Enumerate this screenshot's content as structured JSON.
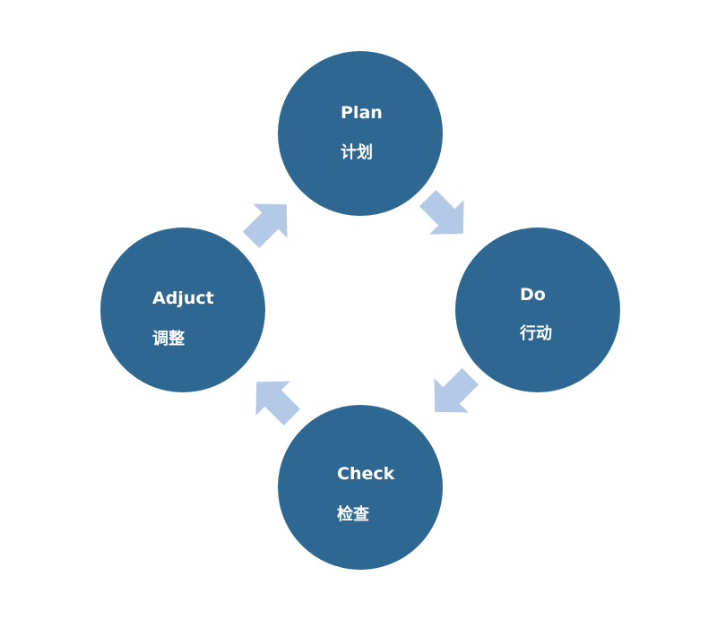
{
  "diagram": {
    "type": "cycle",
    "colors": {
      "node_fill": "#2e6892",
      "node_text": "#ffffff",
      "arrow_fill": "#b3c9e6",
      "background": "#ffffff"
    },
    "nodes": [
      {
        "id": "plan",
        "en": "Plan",
        "zh": "计划"
      },
      {
        "id": "do",
        "en": "Do",
        "zh": "行动"
      },
      {
        "id": "check",
        "en": "Check",
        "zh": "检查"
      },
      {
        "id": "adjust",
        "en": "Adjuct",
        "zh": "调整"
      }
    ],
    "edges": [
      {
        "from": "plan",
        "to": "do"
      },
      {
        "from": "do",
        "to": "check"
      },
      {
        "from": "check",
        "to": "adjust"
      },
      {
        "from": "adjust",
        "to": "plan"
      }
    ]
  }
}
